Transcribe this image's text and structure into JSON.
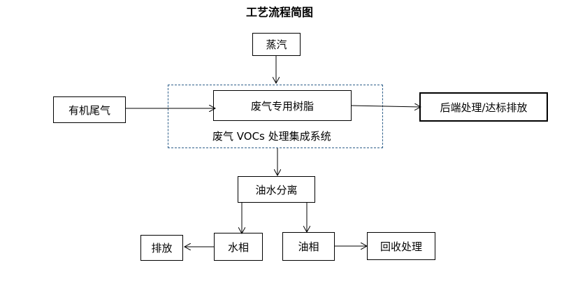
{
  "title": "工艺流程简图",
  "nodes": {
    "steam": "蒸汽",
    "organic_exhaust": "有机尾气",
    "resin": "废气专用树脂",
    "discharge_end": "后端处理/达标排放",
    "oil_water_sep": "油水分离",
    "water_phase": "水相",
    "oil_phase": "油相",
    "emission": "排放",
    "recovery": "回收处理"
  },
  "group": {
    "label": "废气 VOCs 处理集成系统"
  },
  "colors": {
    "dashed_border": "#2e5f8a",
    "line": "#000000"
  }
}
